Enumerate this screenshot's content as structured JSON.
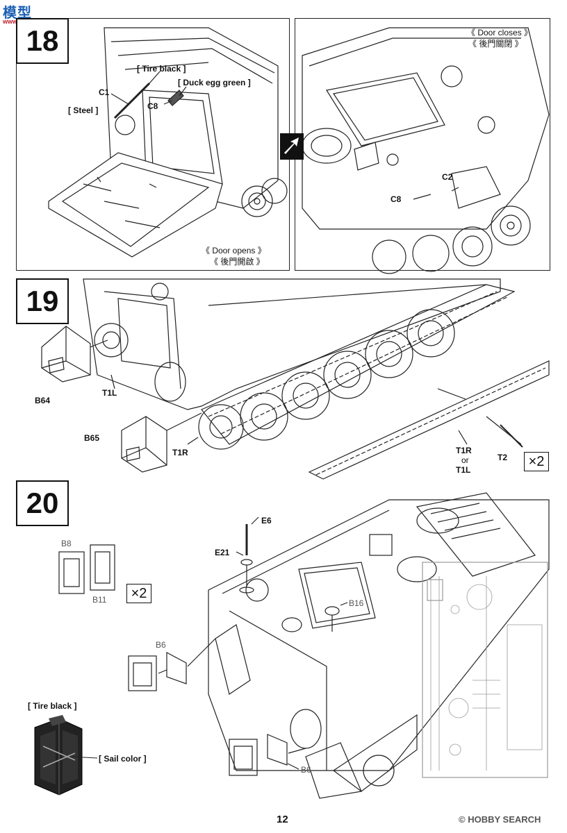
{
  "watermark": {
    "title": "模型",
    "site": "www.moxing.net",
    "brand": "HOBBY SEARCH",
    "copyright": "©"
  },
  "step18": {
    "number": "18",
    "labels": {
      "tire_black": "[ Tire black ]",
      "duck_egg": "[ Duck egg green ]",
      "c1": "C1",
      "steel": "[ Steel ]",
      "c8_left": "C8",
      "door_opens_en": "《 Door opens 》",
      "door_opens_zh": "《 後門開啟 》",
      "door_closes_en": "《 Door closes 》",
      "door_closes_zh": "《 後門關閉 》",
      "c2": "C2",
      "c8_right": "C8"
    }
  },
  "step19": {
    "number": "19",
    "labels": {
      "b64": "B64",
      "t1l": "T1L",
      "b65": "B65",
      "t1r": "T1R",
      "t1r_or": "T1R",
      "or": "or",
      "t1l_alt": "T1L",
      "t2": "T2",
      "times": "×2"
    }
  },
  "step20": {
    "number": "20",
    "labels": {
      "e6": "E6",
      "e21": "E21",
      "b8": "B8",
      "b11": "B11",
      "times": "×2",
      "b16": "B16",
      "b6_top": "B6",
      "tire_black": "[ Tire black ]",
      "sail_color": "[ Sail color ]",
      "b6_bottom": "B6"
    }
  },
  "page_number": "12"
}
